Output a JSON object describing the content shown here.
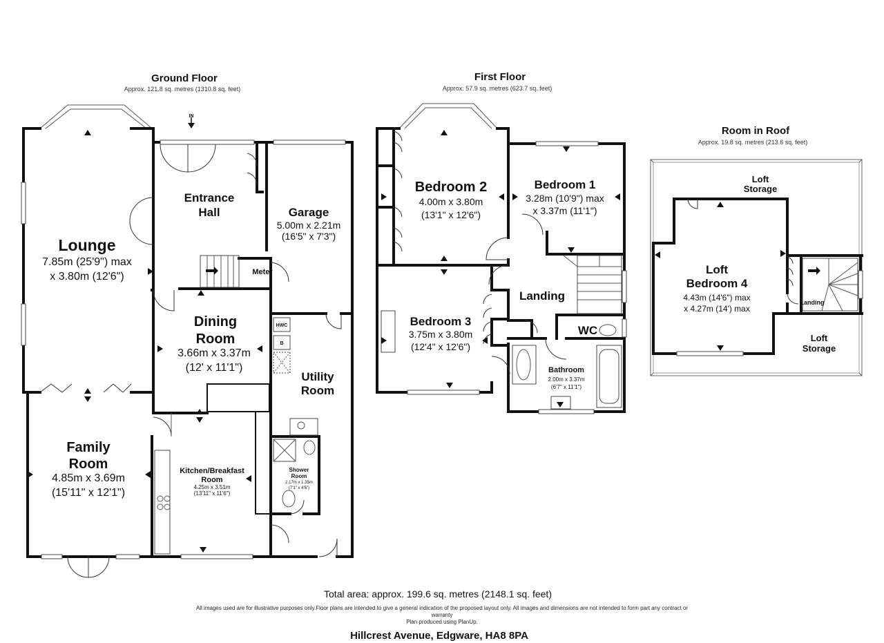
{
  "floors": {
    "ground": {
      "title": "Ground Floor",
      "area": "Approx. 121.8 sq. metres (1310.8 sq. feet)",
      "entry_marker": "IN",
      "rooms": {
        "lounge": {
          "name": "Lounge",
          "dims": [
            "7.85m (25'9\") max",
            "x 3.80m (12'6\")"
          ]
        },
        "family_room": {
          "name": [
            "Family",
            "Room"
          ],
          "dims": [
            "4.85m x 3.69m",
            "(15'11\" x 12'1\")"
          ]
        },
        "entrance_hall": {
          "name": [
            "Entrance",
            "Hall"
          ]
        },
        "garage": {
          "name": "Garage",
          "dims": [
            "5.00m x 2.21m",
            "(16'5\" x 7'3\")"
          ]
        },
        "meter": {
          "name": "Meter"
        },
        "dining_room": {
          "name": [
            "Dining",
            "Room"
          ],
          "dims": [
            "3.66m x 3.37m",
            "(12' x 11'1\")"
          ]
        },
        "utility_room": {
          "name": [
            "Utility",
            "Room"
          ]
        },
        "kitchen": {
          "name": [
            "Kitchen/Breakfast",
            "Room"
          ],
          "dims": [
            "4.25m x 3.51m",
            "(13'11\" x 11'6\")"
          ]
        },
        "shower_room": {
          "name": [
            "Shower",
            "Room"
          ],
          "dims": [
            "2.17m x 1.35m",
            "(7'1\" x 4'5\")"
          ]
        },
        "hwc": {
          "name": "HWC"
        },
        "boiler": {
          "name": "B"
        }
      }
    },
    "first": {
      "title": "First Floor",
      "area": "Approx. 57.9 sq. metres (623.7 sq. feet)",
      "rooms": {
        "bedroom_2": {
          "name": "Bedroom 2",
          "dims": [
            "4.00m x 3.80m",
            "(13'1\" x 12'6\")"
          ]
        },
        "bedroom_1": {
          "name": "Bedroom 1",
          "dims": [
            "3.28m (10'9\") max",
            "x 3.37m (11'1\")"
          ]
        },
        "bedroom_3": {
          "name": "Bedroom 3",
          "dims": [
            "3.75m x 3.80m",
            "(12'4\" x 12'6\")"
          ]
        },
        "landing": {
          "name": "Landing"
        },
        "wc": {
          "name": "WC"
        },
        "bathroom": {
          "name": "Bathroom",
          "dims": [
            "2.00m x 3.37m",
            "(6'7\" x 11'1\")"
          ]
        }
      }
    },
    "roof": {
      "title": "Room in Roof",
      "area": "Approx. 19.8 sq. metres (213.6 sq. feet)",
      "rooms": {
        "loft_storage_top": {
          "name": [
            "Loft",
            "Storage"
          ]
        },
        "loft_bedroom_4": {
          "name": [
            "Loft",
            "Bedroom 4"
          ],
          "dims": [
            "4.43m (14'6\") max",
            "x 4.27m (14') max"
          ]
        },
        "landing": {
          "name": "Landing"
        },
        "loft_storage_bottom": {
          "name": [
            "Loft",
            "Storage"
          ]
        }
      }
    }
  },
  "footer": {
    "total_area": "Total area: approx. 199.6 sq. metres (2148.1 sq. feet)",
    "disclaimer": [
      "All images used are for illustrative purposes only.Floor plans are intended to give a general indication of the proposed layout only. All images and dimensions are not intended to form part any contract or",
      "warranty",
      "Plan produced using PlanUp."
    ],
    "address": "Hillcrest Avenue, Edgware, HA8 8PA"
  }
}
